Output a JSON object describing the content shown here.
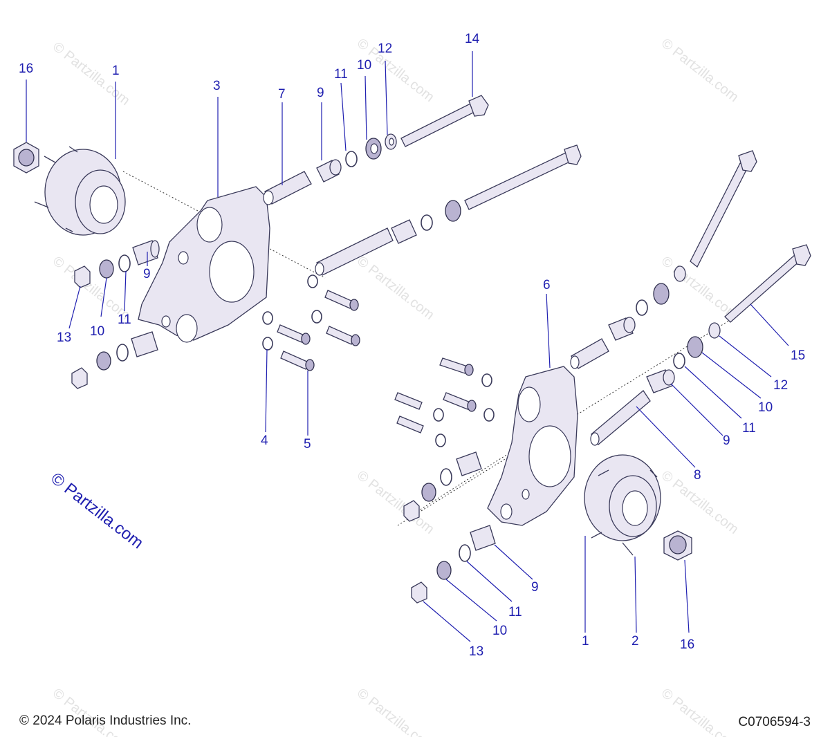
{
  "watermark": {
    "text": "© Partzilla.com",
    "main_text": "© Partzilla.com"
  },
  "callouts": {
    "c16a": "16",
    "c1a": "1",
    "c3": "3",
    "c7": "7",
    "c9a": "9",
    "c11a": "11",
    "c10a": "10",
    "c12a": "12",
    "c14": "14",
    "c9b": "9",
    "c11b": "11",
    "c10b": "10",
    "c13a": "13",
    "c4": "4",
    "c5": "5",
    "c6": "6",
    "c15": "15",
    "c12b": "12",
    "c10c": "10",
    "c11c": "11",
    "c9c": "9",
    "c8": "8",
    "c9d": "9",
    "c11d": "11",
    "c10d": "10",
    "c13b": "13",
    "c1b": "1",
    "c2": "2",
    "c16b": "16"
  },
  "footer": {
    "copyright": "© 2024 Polaris Industries Inc.",
    "drawing_number": "C0706594-3"
  }
}
